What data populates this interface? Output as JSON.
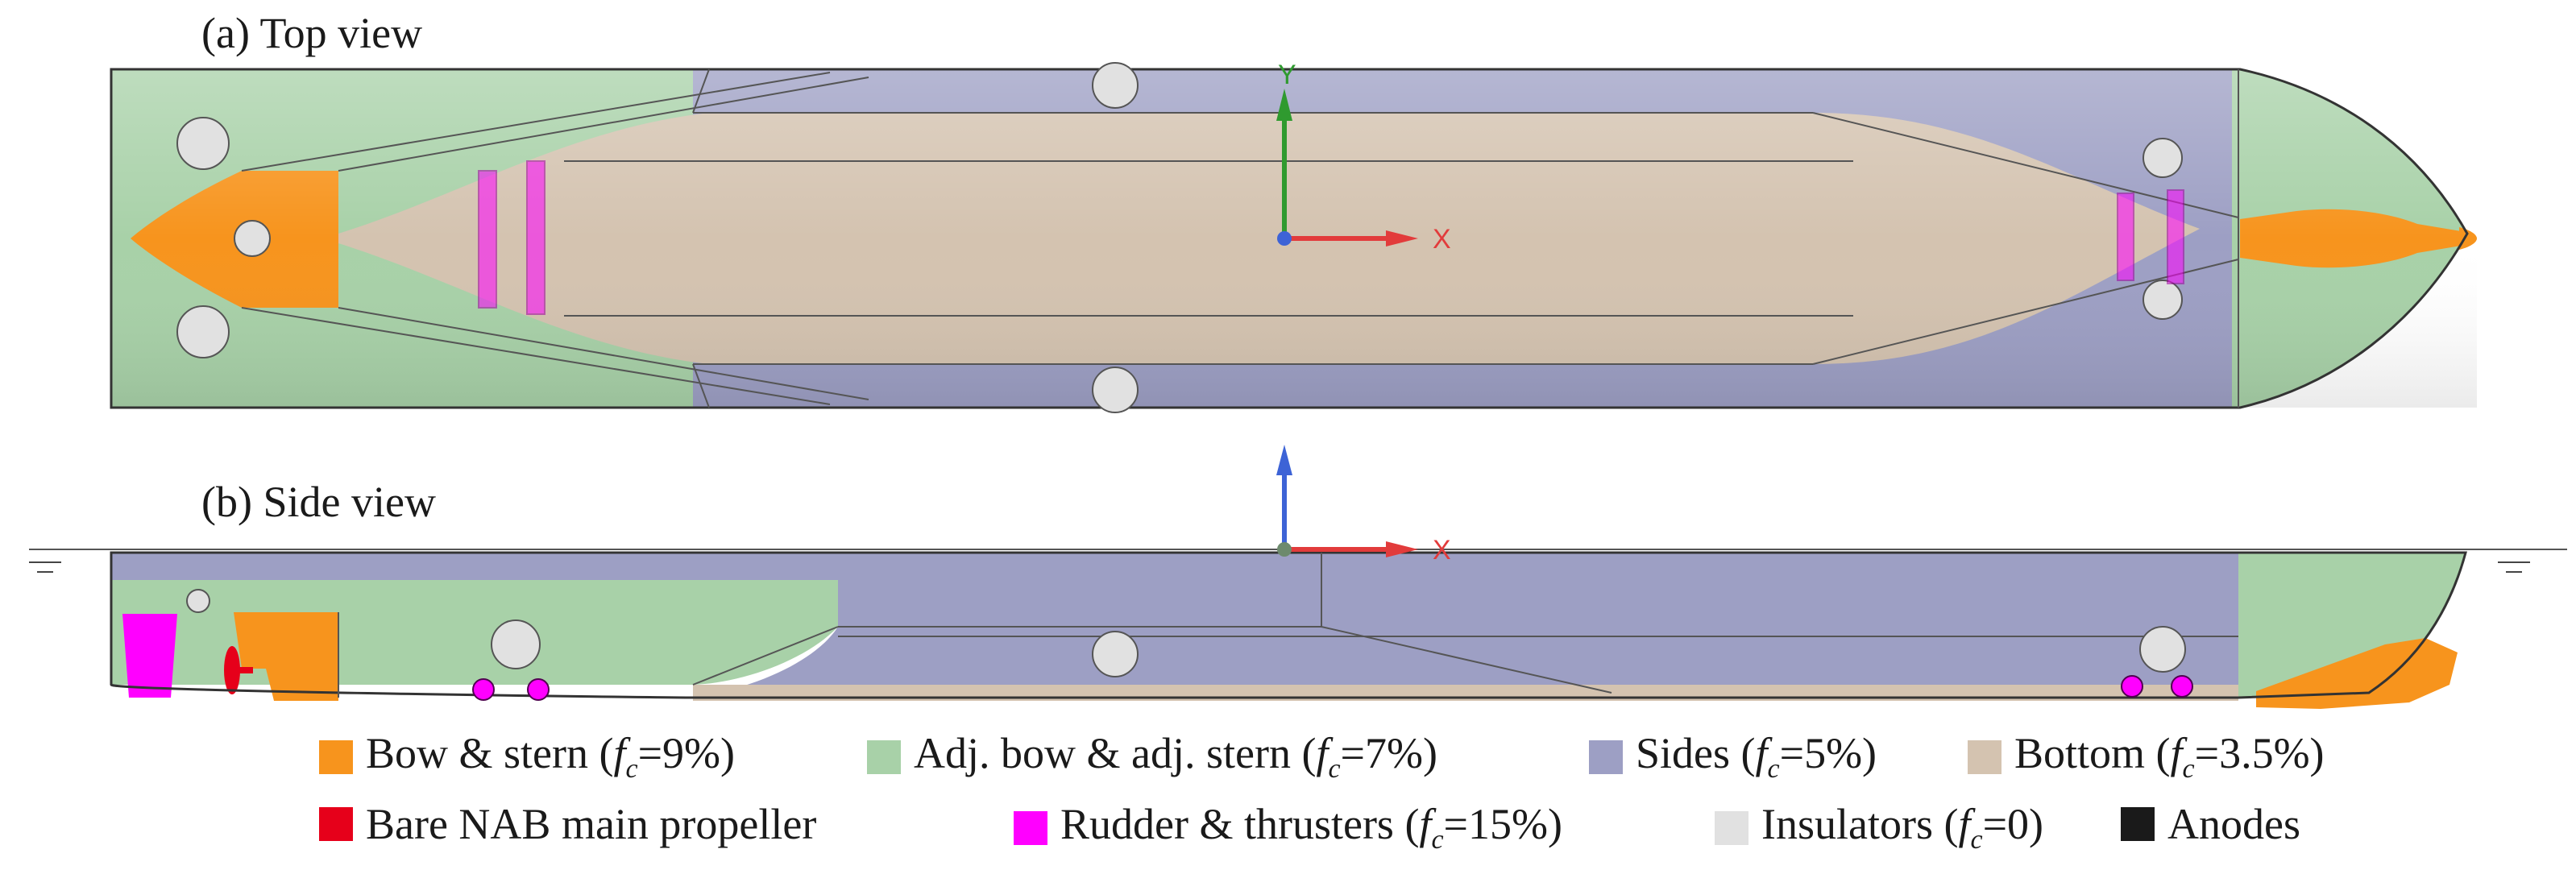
{
  "labels": {
    "top_view": "(a) Top view",
    "side_view": "(b) Side view",
    "axis_x": "X",
    "axis_y": "Y"
  },
  "colors": {
    "bow_stern": "#f7941d",
    "adj_bow_stern": "#a8d1a8",
    "sides": "#9d9fc4",
    "bottom": "#d4c3b0",
    "propeller": "#e6001a",
    "rudder_thrusters": "#ff00ff",
    "insulators": "#e1e1e1",
    "anodes": "#1a1a1a",
    "axis_x": "#e23b3b",
    "axis_y": "#2f9a2f",
    "axis_z": "#3d63d6"
  },
  "legend": [
    {
      "key": "bow_stern",
      "pre": "Bow & stern (",
      "fc": "f",
      "sub": "c",
      "post": "=9%)"
    },
    {
      "key": "adj_bow_stern",
      "pre": "Adj. bow & adj. stern (",
      "fc": "f",
      "sub": "c",
      "post": "=7%)"
    },
    {
      "key": "sides",
      "pre": "Sides (",
      "fc": "f",
      "sub": "c",
      "post": "=5%)"
    },
    {
      "key": "bottom",
      "pre": "Bottom (",
      "fc": "f",
      "sub": "c",
      "post": "=3.5%)"
    },
    {
      "key": "propeller",
      "pre": "Bare NAB main propeller",
      "fc": "",
      "sub": "",
      "post": ""
    },
    {
      "key": "rudder_thrusters",
      "pre": "Rudder & thrusters (",
      "fc": "f",
      "sub": "c",
      "post": "=15%)"
    },
    {
      "key": "insulators",
      "pre": "Insulators (",
      "fc": "f",
      "sub": "c",
      "post": "=0)"
    },
    {
      "key": "anodes",
      "pre": "Anodes",
      "fc": "",
      "sub": "",
      "post": ""
    }
  ]
}
